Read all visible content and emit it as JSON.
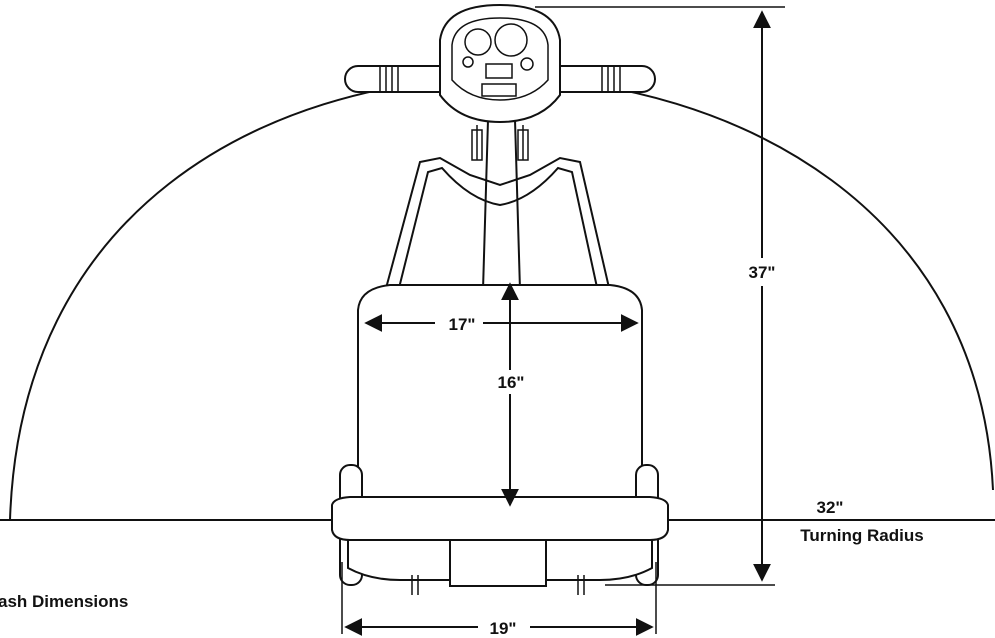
{
  "diagram": {
    "labels": {
      "height": "37\"",
      "seat_width": "17\"",
      "seat_depth": "16\"",
      "turning_radius_value": "32\"",
      "turning_radius_text": "Turning Radius",
      "base_width": "19\""
    },
    "caption": "ash Dimensions"
  },
  "colors": {
    "line": "#111111",
    "background": "#ffffff"
  }
}
